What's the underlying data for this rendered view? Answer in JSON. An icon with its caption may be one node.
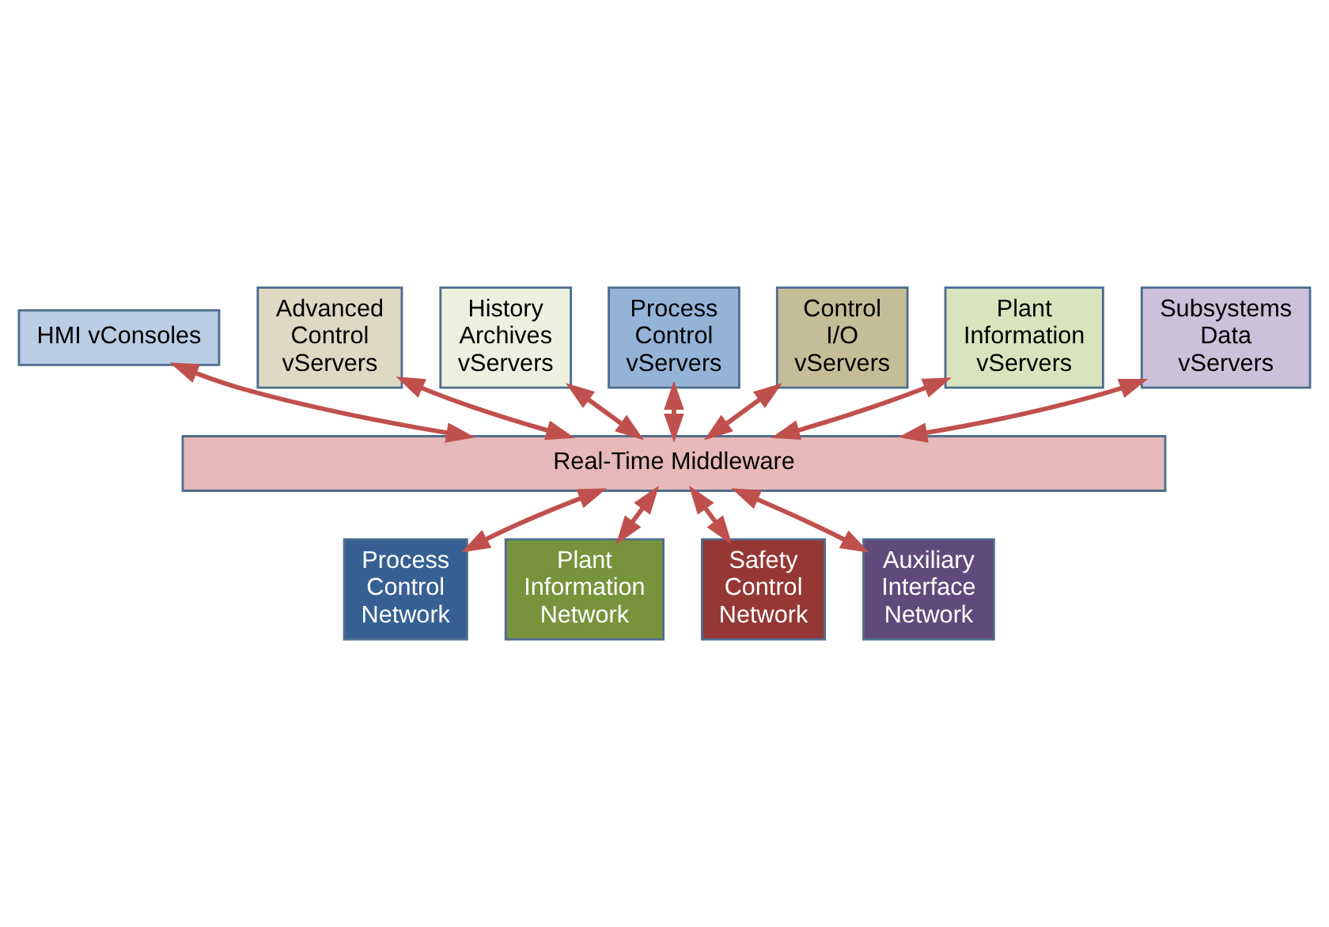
{
  "diagram": {
    "nodes": [
      {
        "text": [
          "HMI vConsoles"
        ]
      },
      {
        "text": [
          "Advanced Control vServers"
        ]
      },
      {
        "text": [
          "History Archives vServers"
        ]
      },
      {
        "text": [
          "Process Control vServers"
        ]
      },
      {
        "text": [
          "Control I/O vServers"
        ]
      },
      {
        "text": [
          "Plant Information vServers"
        ]
      },
      {
        "text": [
          "Subsystems Data vServers"
        ]
      },
      {
        "text": [
          "Real-Time Middleware"
        ]
      },
      {
        "text": [
          "Process Control Network"
        ]
      },
      {
        "text": [
          "Plant Information Network"
        ]
      },
      {
        "text": [
          "Safety Control Network"
        ]
      },
      {
        "text": [
          "Auxiliary Interface Network"
        ]
      }
    ],
    "edges": [
      {
        "from": 3,
        "to": 7,
        "arrow": "both"
      },
      {
        "from": 0,
        "to": 7,
        "arrow": "both"
      },
      {
        "from": 4,
        "to": 7,
        "arrow": "both"
      },
      {
        "from": 1,
        "to": 7,
        "arrow": "both"
      },
      {
        "from": 5,
        "to": 7,
        "arrow": "both"
      },
      {
        "from": 2,
        "to": 7,
        "arrow": "both"
      },
      {
        "from": 6,
        "to": 7,
        "arrow": "both"
      },
      {
        "from": 7,
        "to": 8,
        "arrow": "both"
      },
      {
        "from": 7,
        "to": 9,
        "arrow": "both"
      },
      {
        "from": 7,
        "to": 10,
        "arrow": "both"
      },
      {
        "from": 7,
        "to": 11,
        "arrow": "both"
      }
    ]
  }
}
